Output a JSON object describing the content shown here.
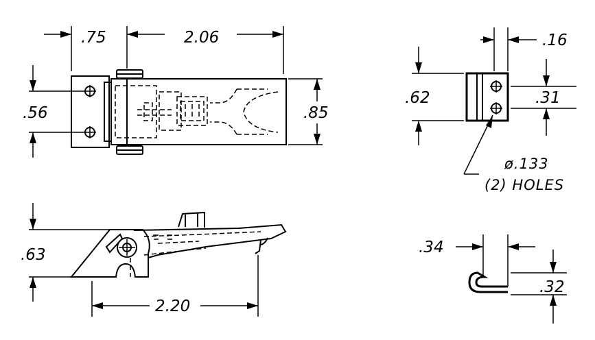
{
  "dimensions": {
    "top_left_offset": ".75",
    "top_length": "2.06",
    "top_hole_spacing": ".56",
    "top_width": ".85",
    "side_height": ".63",
    "side_length": "2.20",
    "end_thickness": ".16",
    "end_height": ".62",
    "end_hole_spacing": ".31",
    "hook_width": ".34",
    "hook_height": ".32"
  },
  "notes": {
    "hole_diameter": "ø.133",
    "hole_count": "(2) HOLES"
  }
}
